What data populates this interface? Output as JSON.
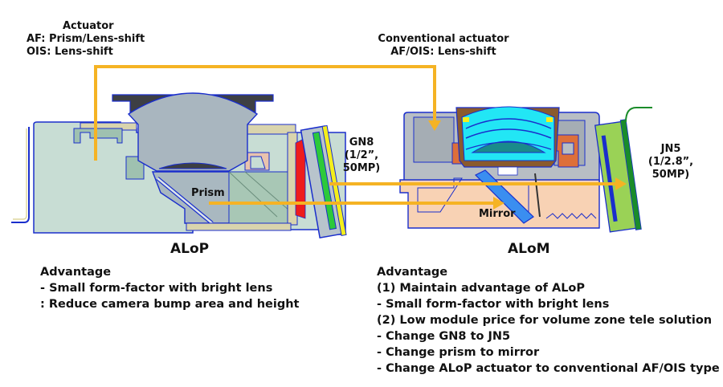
{
  "callouts": {
    "alop_actuator": {
      "title": "Actuator",
      "lines": [
        "AF: Prism/Lens-shift",
        "OIS: Lens-shift"
      ]
    },
    "alom_actuator": {
      "title": "Conventional actuator",
      "lines": [
        "AF/OIS: Lens-shift"
      ]
    },
    "gn8_sensor": {
      "lines": [
        "GN8",
        "(1/2”,",
        "50MP)"
      ]
    },
    "jn5_sensor": {
      "lines": [
        "JN5",
        "(1/2.8”,",
        "50MP)"
      ]
    },
    "prism": "Prism",
    "mirror": "Mirror"
  },
  "modules": {
    "alop": {
      "name": "ALoP",
      "heading": "Advantage",
      "points": [
        "- Small form-factor with bright lens",
        ": Reduce camera bump area and height"
      ]
    },
    "alom": {
      "name": "ALoM",
      "heading": "Advantage",
      "points": [
        "(1) Maintain advantage of ALoP",
        "- Small form-factor with bright lens",
        "(2) Low module price for volume zone tele solution",
        "- Change GN8 to JN5",
        "- Change prism to mirror",
        "- Change ALoP actuator to conventional AF/OIS type"
      ]
    }
  },
  "colors": {
    "arrow": "#f5b324",
    "outline": "#1a2ecc",
    "alop_body": "#c8ddd4",
    "alop_lens": "#a9b6bf",
    "alom_body": "#b8bec4",
    "alom_base": "#f8d2b4",
    "alom_lens": "#22e6f5",
    "sensor_green": "#2dc93a",
    "sensor_yellow": "#f4ee1c",
    "ircf_red": "#ee1c1c",
    "alom_pcb": "#9ad256",
    "alom_pcb_dark": "#1a8c2a"
  }
}
